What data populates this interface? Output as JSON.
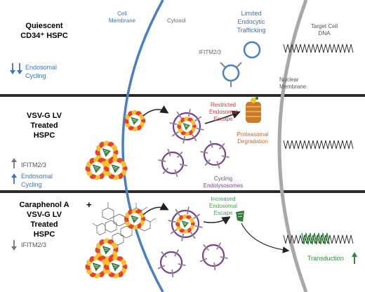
{
  "panel1": {
    "title_line1": "Quiescent",
    "title_line2": "CD34⁺ HSPC",
    "cell_membrane_line1": "Cell",
    "cell_membrane_line2": "Membrane",
    "cytosol": "Cytosol",
    "trafficking_line1": "Limited",
    "trafficking_line2": "Endocytic",
    "trafficking_line3": "Trafficking",
    "ifitm": "IFITM2/3",
    "target_dna_line1": "Target Cell",
    "target_dna_line2": "DNA",
    "nuclear_membrane_line1": "Nuclear",
    "nuclear_membrane_line2": "Membrane",
    "endosomal_line1": "Endosomal",
    "endosomal_line2": "Cycling",
    "arrow_direction": "down-double"
  },
  "panel2": {
    "title_line1": "VSV-G LV",
    "title_line2": "Treated",
    "title_line3": "HSPC",
    "restricted_line1": "Restricted",
    "restricted_line2": "Endosomal",
    "restricted_line3": "Escape",
    "proteasomal_line1": "Proteasomal",
    "proteasomal_line2": "Degradation",
    "cycling_line1": "Cycling",
    "cycling_line2": "Endolysosomes",
    "ifitm": "IFITM2/3",
    "endosomal_line1": "Endosomal",
    "endosomal_line2": "Cycling",
    "ifitm_arrow": "up",
    "endosomal_arrow": "up"
  },
  "panel3": {
    "title_line1": "Caraphenol A",
    "title_line2": "VSV-G LV",
    "title_line3": "Treated",
    "title_line4": "HSPC",
    "plus": "+",
    "increased_line1": "Increased",
    "increased_line2": "Endosomal",
    "increased_line3": "Escape",
    "ifitm": "IFITM2/3",
    "ifitm_arrow": "down",
    "transduction": "Transduction",
    "transduction_arrow": "up"
  },
  "colors": {
    "cell_membrane": "#4a7fc1",
    "nuclear_membrane": "#a8a8a8",
    "blue_text": "#3d74b8",
    "purple": "#7b3f96",
    "red_text": "#d0353b",
    "orange_text": "#d6661e",
    "green_text": "#3aa843",
    "dna_green": "#2e8b3a",
    "virus_red": "#e8402c",
    "virus_yellow": "#f2c12e",
    "capsid_green": "#2f7d3a",
    "separator": "#222222"
  }
}
